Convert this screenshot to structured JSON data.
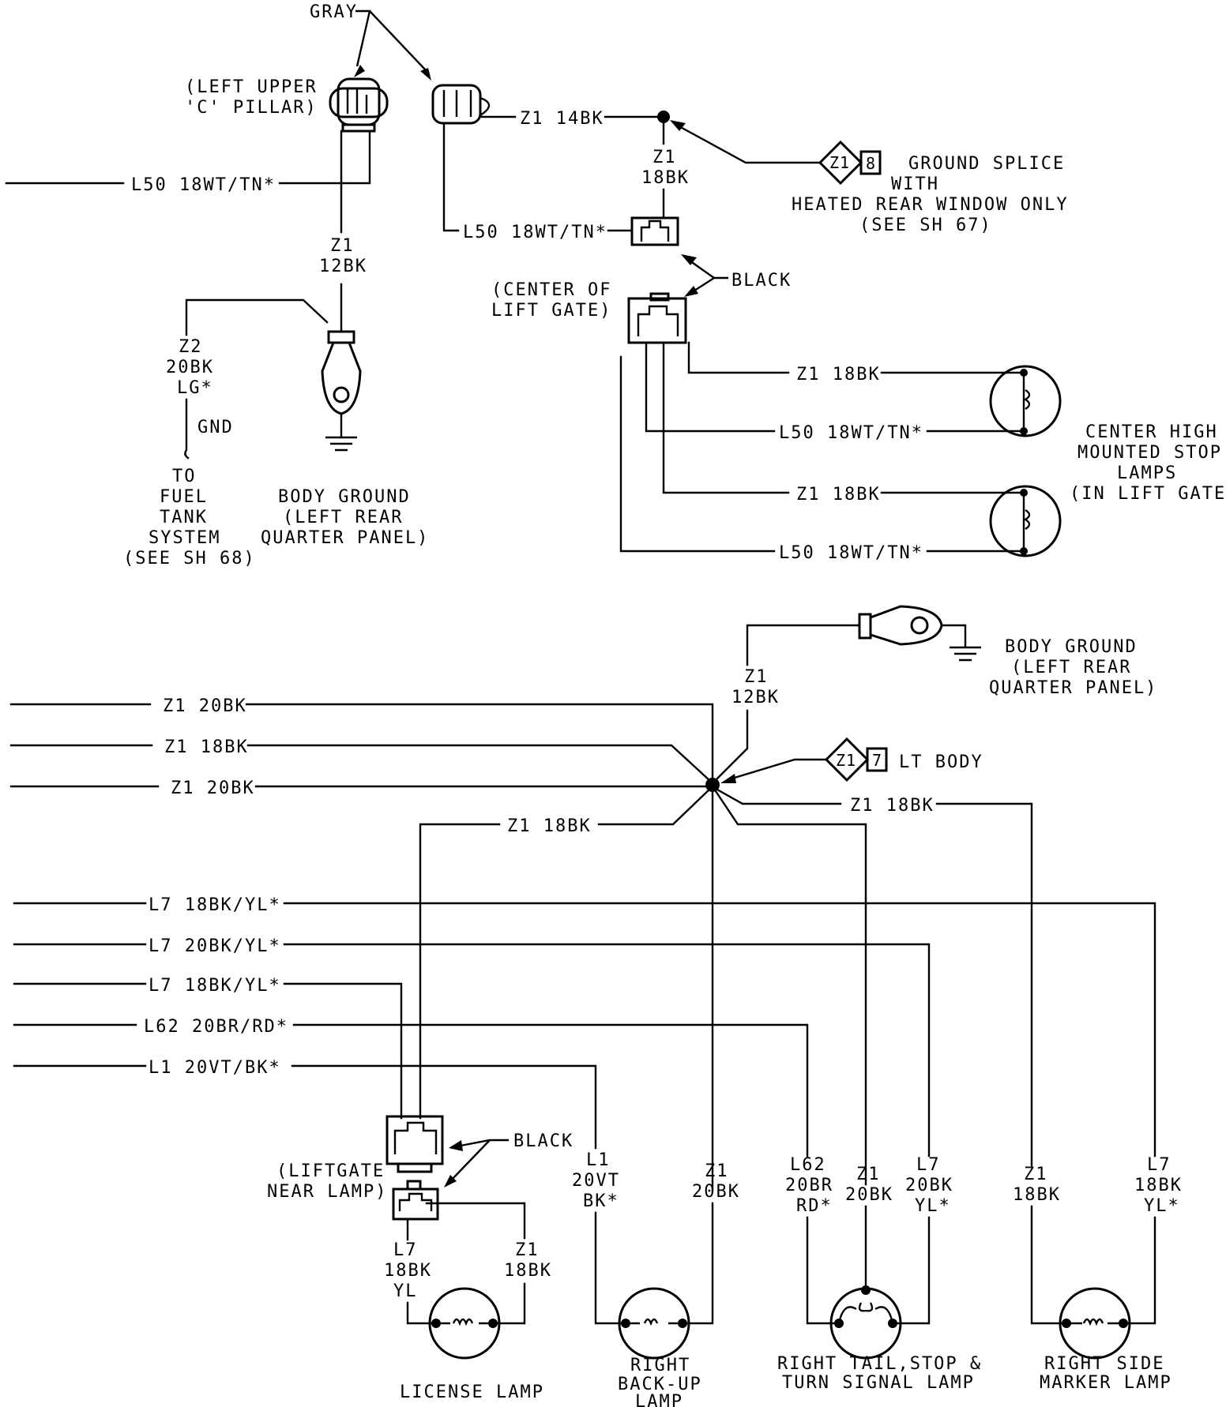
{
  "labels": {
    "gray": "GRAY",
    "upper_c_pillar_1": "(LEFT UPPER",
    "upper_c_pillar_2": "'C' PILLAR)",
    "z1_14bk": "Z1 14BK",
    "z1_18bk_top_1": "Z1",
    "z1_18bk_top_2": "18BK",
    "splice8_name": "Z1",
    "splice8_num": "8",
    "ground_splice_1": "GROUND SPLICE",
    "ground_splice_2": "WITH",
    "ground_splice_3": "HEATED REAR WINDOW ONLY",
    "ground_splice_4": "(SEE SH 67)",
    "l50_left": "L50 18WT/TN*",
    "l50_mid": "L50 18WT/TN*",
    "z1_12bk_top_1": "Z1",
    "z1_12bk_top_2": "12BK",
    "black_top": "BLACK",
    "center_lift_gate_1": "(CENTER OF",
    "center_lift_gate_2": "LIFT GATE)",
    "z2_1": "Z2",
    "z2_2": "20BK",
    "z2_3": "LG*",
    "gnd": "GND",
    "fuel_1": "TO",
    "fuel_2": "FUEL",
    "fuel_3": "TANK",
    "fuel_4": "SYSTEM",
    "fuel_5": "(SEE SH 68)",
    "body_ground1_1": "BODY GROUND",
    "body_ground1_2": "(LEFT REAR",
    "body_ground1_3": "QUARTER PANEL)",
    "chmsl_z1_a": "Z1 18BK",
    "chmsl_l50_a": "L50 18WT/TN*",
    "chmsl_z1_b": "Z1 18BK",
    "chmsl_l50_b": "L50 18WT/TN*",
    "chmsl_1": "CENTER HIGH",
    "chmsl_2": "MOUNTED STOP",
    "chmsl_3": "LAMPS",
    "chmsl_4": "(IN LIFT GATE)",
    "body_ground2_1": "BODY GROUND",
    "body_ground2_2": "(LEFT REAR",
    "body_ground2_3": "QUARTER PANEL)",
    "z1_12bk_bot_1": "Z1",
    "z1_12bk_bot_2": "12BK",
    "w_z1_20bk_a": "Z1 20BK",
    "w_z1_18bk_a": "Z1 18BK",
    "w_z1_20bk_b": "Z1 20BK",
    "w_z1_18bk_c": "Z1 18BK",
    "w_z1_18bk_d": "Z1 18BK",
    "splice7_name": "Z1",
    "splice7_num": "7",
    "lt_body": "LT BODY",
    "w_l7_a": "L7 18BK/YL*",
    "w_l7_b": "L7 20BK/YL*",
    "w_l7_c": "L7 18BK/YL*",
    "w_l62": "L62 20BR/RD*",
    "w_l1": "L1 20VT/BK*",
    "black_bot": "BLACK",
    "liftgate_near_1": "(LIFTGATE",
    "liftgate_near_2": "NEAR LAMP)",
    "lic_l7_1": "L7",
    "lic_l7_2": "18BK",
    "lic_l7_3": "YL",
    "lic_z1_1": "Z1",
    "lic_z1_2": "18BK",
    "bu_l1_1": "L1",
    "bu_l1_2": "20VT",
    "bu_l1_3": "BK*",
    "bu_z1_1": "Z1",
    "bu_z1_2": "20BK",
    "tail_l62_1": "L62",
    "tail_l62_2": "20BR",
    "tail_l62_3": "RD*",
    "tail_z1_1": "Z1",
    "tail_z1_2": "20BK",
    "tail_l7_1": "L7",
    "tail_l7_2": "20BK",
    "tail_l7_3": "YL*",
    "side_z1_1": "Z1",
    "side_z1_2": "18BK",
    "side_l7_1": "L7",
    "side_l7_2": "18BK",
    "side_l7_3": "YL*",
    "license_lamp": "LICENSE LAMP",
    "backup_1": "RIGHT",
    "backup_2": "BACK-UP",
    "backup_3": "LAMP",
    "tail_lamp_1": "RIGHT TAIL,STOP &",
    "tail_lamp_2": "TURN SIGNAL LAMP",
    "side_marker_1": "RIGHT SIDE",
    "side_marker_2": "MARKER LAMP"
  }
}
